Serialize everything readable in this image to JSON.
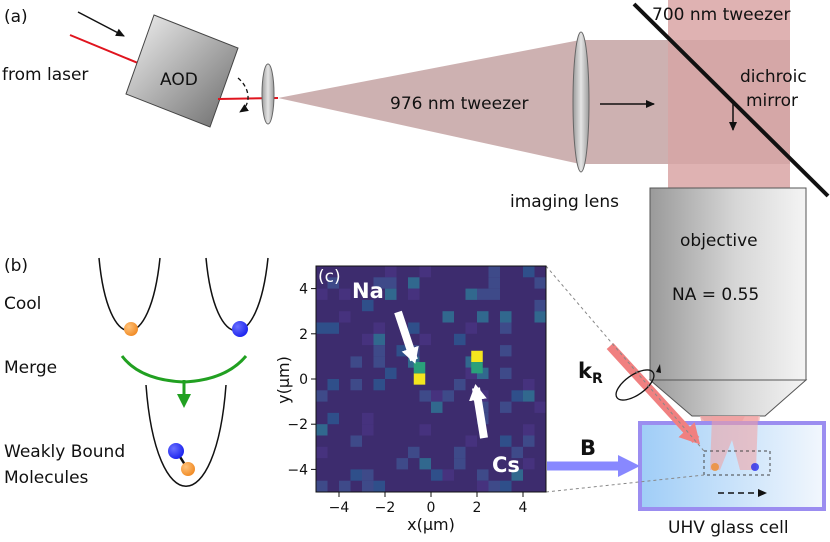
{
  "panels": {
    "a": "(a)",
    "b": "(b)",
    "c": "(c)"
  },
  "labels": {
    "from_laser": "from laser",
    "aod": "AOD",
    "tweezer_976": "976 nm tweezer",
    "tweezer_700": "700 nm tweezer",
    "dichroic_line1": "dichroic",
    "dichroic_line2": "mirror",
    "imaging_lens": "imaging lens",
    "objective": "objective",
    "na": "NA = 0.55",
    "uhv_cell": "UHV glass cell",
    "k_r_main": "k",
    "k_r_sub": "R",
    "b_field": "B"
  },
  "panel_b": {
    "cool": "Cool",
    "merge": "Merge",
    "molecules_line1": "Weakly Bound",
    "molecules_line2": "Molecules"
  },
  "colors": {
    "laser_red": "#e0141e",
    "beam_976": "#c8a8a8",
    "beam_700": "#d9a4a4",
    "na_atom": "#f08a24",
    "cs_atom": "#1a22ee",
    "merge_arrow": "#21a021",
    "heatmap_bg": "#3d2c6e",
    "heatmap_peak": "#f4e51e",
    "b_arrow": "#8888ff",
    "glass_cell_border": "#9b8df0"
  },
  "chart_data": {
    "type": "heatmap",
    "title": "",
    "xlabel": "x(μm)",
    "ylabel": "y(μm)",
    "xlim": [
      -5,
      5
    ],
    "ylim": [
      -5,
      5
    ],
    "xticks": [
      "−4",
      "−2",
      "0",
      "2",
      "4"
    ],
    "yticks": [
      "4",
      "2",
      "0",
      "−2",
      "−4"
    ],
    "annotations": [
      "Na",
      "Cs"
    ],
    "bright_spots": [
      {
        "label": "Na",
        "x": -0.5,
        "y": 0.0,
        "intensity": 1.0
      },
      {
        "label": "Na",
        "x": -0.5,
        "y": 0.5,
        "intensity": 0.6
      },
      {
        "label": "Cs",
        "x": 2.0,
        "y": 1.0,
        "intensity": 1.0
      },
      {
        "label": "Cs",
        "x": 2.0,
        "y": 0.5,
        "intensity": 0.6
      }
    ]
  }
}
